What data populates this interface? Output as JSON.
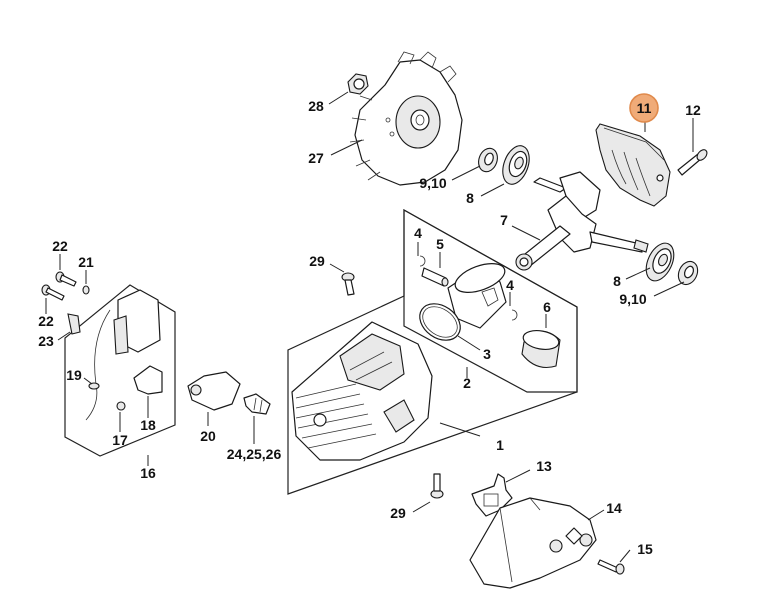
{
  "diagram": {
    "highlight_color": "#f0ab78",
    "highlight_stroke": "#e08a4c",
    "highlighted_part": "11",
    "callouts": [
      {
        "id": "c1",
        "label": "1"
      },
      {
        "id": "c2",
        "label": "2"
      },
      {
        "id": "c3",
        "label": "3"
      },
      {
        "id": "c4a",
        "label": "4"
      },
      {
        "id": "c4b",
        "label": "4"
      },
      {
        "id": "c5",
        "label": "5"
      },
      {
        "id": "c6",
        "label": "6"
      },
      {
        "id": "c7",
        "label": "7"
      },
      {
        "id": "c8a",
        "label": "8"
      },
      {
        "id": "c8b",
        "label": "8"
      },
      {
        "id": "c910a",
        "label": "9,10"
      },
      {
        "id": "c910b",
        "label": "9,10"
      },
      {
        "id": "c11",
        "label": "11"
      },
      {
        "id": "c12",
        "label": "12"
      },
      {
        "id": "c13",
        "label": "13"
      },
      {
        "id": "c14",
        "label": "14"
      },
      {
        "id": "c15",
        "label": "15"
      },
      {
        "id": "c16",
        "label": "16"
      },
      {
        "id": "c17",
        "label": "17"
      },
      {
        "id": "c18",
        "label": "18"
      },
      {
        "id": "c19",
        "label": "19"
      },
      {
        "id": "c20",
        "label": "20"
      },
      {
        "id": "c21",
        "label": "21"
      },
      {
        "id": "c22a",
        "label": "22"
      },
      {
        "id": "c22b",
        "label": "22"
      },
      {
        "id": "c23",
        "label": "23"
      },
      {
        "id": "c242526",
        "label": "24,25,26"
      },
      {
        "id": "c27",
        "label": "27"
      },
      {
        "id": "c28",
        "label": "28"
      },
      {
        "id": "c29a",
        "label": "29"
      },
      {
        "id": "c29b",
        "label": "29"
      }
    ]
  }
}
